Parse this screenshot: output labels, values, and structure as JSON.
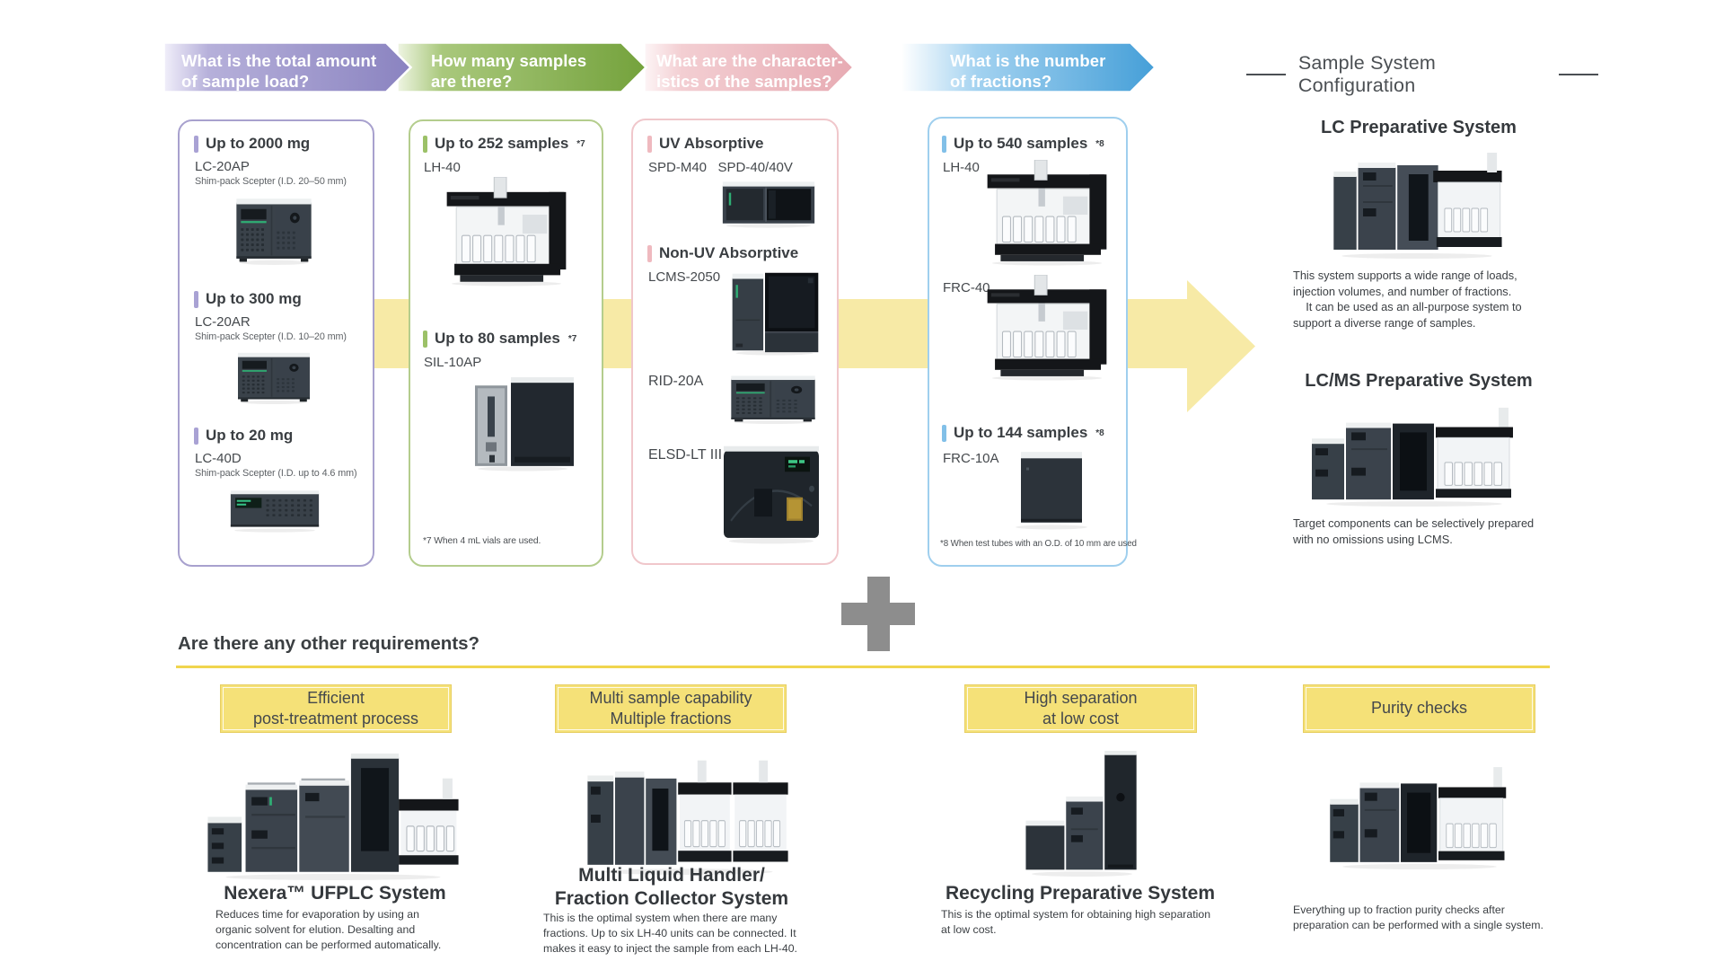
{
  "colors": {
    "purpleBorder": "#a8a1ce",
    "greenBorder": "#b4cd8d",
    "pinkBorder": "#f0c7cb",
    "blueBorder": "#9fcfee",
    "purpleTick": "#a9a2d4",
    "greenTick": "#9cc168",
    "pinkTick": "#efb9bf",
    "blueTick": "#82c0e8",
    "arrowYellow": "#f7eaa6",
    "badgeYellow": "#f5e178",
    "badgeBorder": "#e7ce62",
    "dividerYellow": "#f0d54e",
    "plusGray": "#8d8d8d"
  },
  "chevrons": [
    {
      "id": "load",
      "label": "What is the total amount\nof sample load?",
      "stops": [
        [
          0,
          "#f1effa"
        ],
        [
          0.18,
          "#b6b0da"
        ],
        [
          1,
          "#8a83c0"
        ]
      ]
    },
    {
      "id": "samples",
      "label": "How many samples\nare there?",
      "stops": [
        [
          0,
          "#eff5e3"
        ],
        [
          0.18,
          "#a9c87c"
        ],
        [
          1,
          "#74a23c"
        ]
      ]
    },
    {
      "id": "characteristics",
      "label": "What are the character-\nistics of the samples?",
      "stops": [
        [
          0,
          "#fdf5f6"
        ],
        [
          0.18,
          "#f3ced2"
        ],
        [
          1,
          "#e7abb3"
        ]
      ]
    },
    {
      "id": "fractions",
      "label": "What is the number\nof fractions?",
      "stops": [
        [
          0,
          "#ffffff"
        ],
        [
          0.3,
          "#a3d2f0"
        ],
        [
          1,
          "#459fd8"
        ]
      ]
    }
  ],
  "config_title": "Sample System Configuration",
  "columns": {
    "load": {
      "items": [
        {
          "headline": "Up to 2000 mg",
          "model": "LC-20AP",
          "sub": "Shim-pack Scepter (I.D. 20–50 mm)"
        },
        {
          "headline": "Up to 300 mg",
          "model": "LC-20AR",
          "sub": "Shim-pack Scepter (I.D. 10–20 mm)"
        },
        {
          "headline": "Up to 20 mg",
          "model": "LC-40D",
          "sub": "Shim-pack Scepter (I.D. up to 4.6 mm)"
        }
      ]
    },
    "samples": {
      "items": [
        {
          "headline": "Up to 252 samples",
          "sup": "*7",
          "model": "LH-40"
        },
        {
          "headline": "Up to 80 samples",
          "sup": "*7",
          "model": "SIL-10AP"
        }
      ],
      "footnote": "*7  When 4 mL vials are used."
    },
    "characteristics": {
      "items": [
        {
          "headline": "UV Absorptive",
          "model": "SPD-M40   SPD-40/40V"
        },
        {
          "headline": "Non-UV Absorptive",
          "model": "LCMS-2050"
        },
        {
          "model": "RID-20A"
        },
        {
          "model": "ELSD-LT III"
        }
      ]
    },
    "fractions": {
      "items": [
        {
          "headline": "Up to 540 samples",
          "sup": "*8",
          "model": "LH-40"
        },
        {
          "model": "FRC-40"
        },
        {
          "headline": "Up to 144 samples",
          "sup": "*8",
          "model": "FRC-10A"
        }
      ],
      "footnote": "*8  When test tubes with an O.D. of 10 mm are used"
    }
  },
  "systems": [
    {
      "title": "LC Preparative System",
      "description": "This system supports a wide range of loads,\ninjection volumes, and number of fractions.\n    It can be used as an all-purpose system to\nsupport a diverse range of samples."
    },
    {
      "title": "LC/MS Preparative System",
      "description": "Target components can be selectively prepared\nwith no omissions using LCMS."
    }
  ],
  "requirements": {
    "question": "Are there any other requirements?",
    "options": [
      {
        "badge": "Efficient\npost-treatment process",
        "title": "Nexera™ UFPLC System",
        "description": "Reduces time for evaporation by using an\norganic solvent for elution. Desalting and\nconcentration can be performed automatically."
      },
      {
        "badge": "Multi sample capability\nMultiple fractions",
        "title": "Multi Liquid Handler/\nFraction Collector System",
        "description": "This is the optimal system when there are many\nfractions. Up to six LH-40 units can be connected. It\nmakes it easy to inject the sample from each LH-40."
      },
      {
        "badge": "High separation\nat low cost",
        "title": "Recycling Preparative System",
        "description": "This is the optimal system for obtaining high separation\nat low cost."
      },
      {
        "badge": "Purity checks",
        "title": "",
        "description": "Everything up to fraction purity checks after\npreparation can be performed with a single system."
      }
    ]
  }
}
